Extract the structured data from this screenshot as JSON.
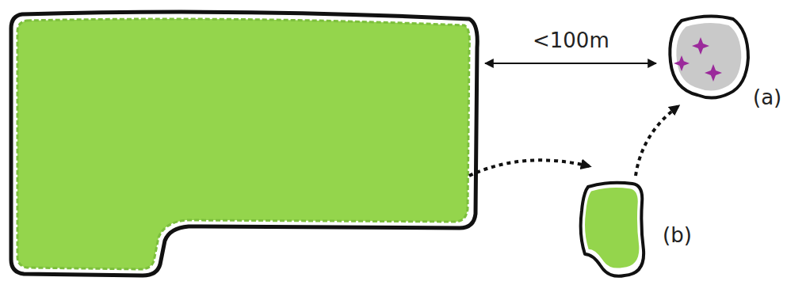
{
  "diagram": {
    "nodes": [
      {
        "text": [
          "(a)"
        ]
      },
      {
        "text": [
          "(b)"
        ]
      }
    ],
    "edges": [
      {
        "from": 1,
        "to": 0,
        "arrow": "to"
      }
    ],
    "labels": [
      "<100m"
    ]
  }
}
